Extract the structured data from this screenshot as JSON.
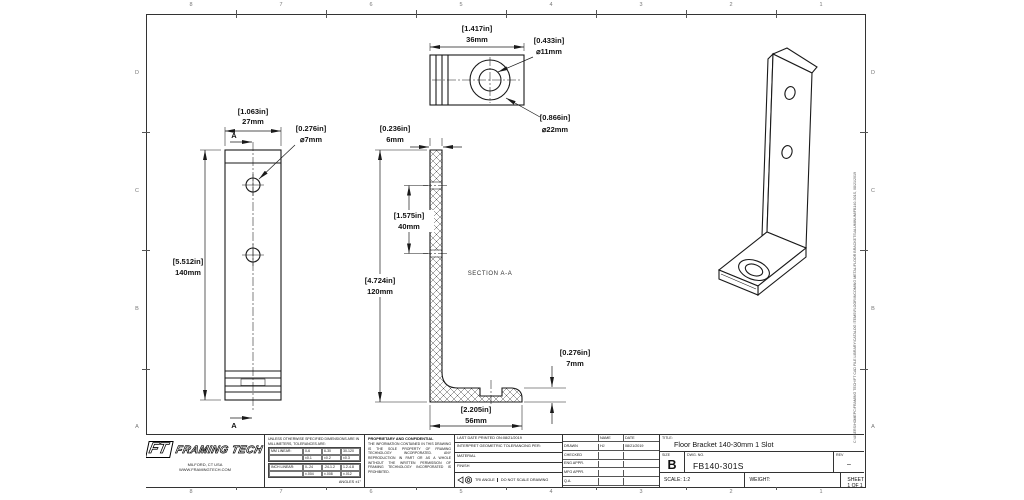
{
  "sheet": {
    "zone_cols": [
      "8",
      "7",
      "6",
      "5",
      "4",
      "3",
      "2",
      "1"
    ],
    "zone_rows": [
      "D",
      "C",
      "B",
      "A"
    ],
    "file_path": "C:\\USERS\\HOMEPC\\FRAMING TECH\\FT CAD FILE LIBRARY\\CATALOG ITEMS\\FLOOR\\INCOMING METAL\\FLOOR BRACKETS\\ALUMINUM\\FB140-301S, 08/21/2019"
  },
  "views": {
    "front": {
      "width_in": "[1.063in]",
      "width_mm": "27mm",
      "height_in": "[5.512in]",
      "height_mm": "140mm",
      "hole_in": "[0.276in]",
      "hole_mm": "⌀7mm",
      "section_mark": "A"
    },
    "top": {
      "width_in": "[1.417in]",
      "width_mm": "36mm",
      "hole_in": "[0.433in]",
      "hole_mm": "⌀11mm",
      "cbore_in": "[0.866in]",
      "cbore_mm": "⌀22mm"
    },
    "section": {
      "label": "SECTION A-A",
      "thickness_in": "[0.236in]",
      "thickness_mm": "6mm",
      "span_in": "[1.575in]",
      "span_mm": "40mm",
      "height_in": "[4.724in]",
      "height_mm": "120mm",
      "base_th_in": "[0.276in]",
      "base_th_mm": "7mm",
      "base_len_in": "[2.205in]",
      "base_len_mm": "56mm"
    }
  },
  "titleblock": {
    "logo_prefix": "FT",
    "logo_name": "FRAMING TECH",
    "address1": "MILFORD, CT  USA",
    "address2": "WWW.FRAMINGTECH.COM",
    "tolerances": {
      "header": "UNLESS OTHERWISE SPECIFIED DIMENSIONS ARE IN MILLIMETERS, TOLERANCES ARE:",
      "metric_label": "MM LINEAR:",
      "metric_cols": [
        "0-6",
        "6-30",
        "30-120"
      ],
      "metric_vals": [
        "±0.1",
        "±0.2",
        "±0.3"
      ],
      "inch_label": "INCH LINEAR:",
      "inch_cols": [
        "0-.24",
        ".24-1.2",
        "1.2-4.8"
      ],
      "inch_vals": [
        "±.004",
        "±.008",
        "±.012"
      ],
      "angles": "ANGLES ±1°"
    },
    "proprietary_title": "PROPRIETARY AND CONFIDENTIAL",
    "proprietary_body": "THE INFORMATION CONTAINED IN THIS DRAWING IS THE SOLE PROPERTY OF FRAMING TECHNOLOGY INCORPORATED. ANY REPRODUCTION IN PART OR AS A WHOLE WITHOUT THE WRITTEN PERMISSION OF FRAMING TECHNOLOGY INCORPORATED IS PROHIBITED.",
    "printed": "LAST DATE PRINTED ON:08/21/2019",
    "interpret": "INTERPRET GEOMETRIC TOLERANCING PER:",
    "material_label": "MATERIAL",
    "finish_label": "FINISH",
    "projection_label": "TRI ANGLE",
    "no_scale": "DO NOT SCALE DRAWING",
    "grid": {
      "name_h": "NAME",
      "date_h": "DATE",
      "rows": [
        {
          "label": "DRAWN",
          "name": "HJ",
          "date": "08/21/2019"
        },
        {
          "label": "CHECKED",
          "name": "",
          "date": ""
        },
        {
          "label": "ENG APPR.",
          "name": "",
          "date": ""
        },
        {
          "label": "MFG APPR.",
          "name": "",
          "date": ""
        },
        {
          "label": "Q.A.",
          "name": "",
          "date": ""
        }
      ]
    },
    "title_label": "TITLE:",
    "title": "Floor Bracket 140-30mm 1 Slot",
    "size_label": "SIZE",
    "size": "B",
    "dwg_label": "DWG.  NO.",
    "dwg_no": "FB140-301S",
    "rev_label": "REV",
    "rev": "–",
    "scale": "SCALE: 1:2",
    "weight": "WEIGHT:",
    "sheet_of": "SHEET 1 OF 1"
  }
}
